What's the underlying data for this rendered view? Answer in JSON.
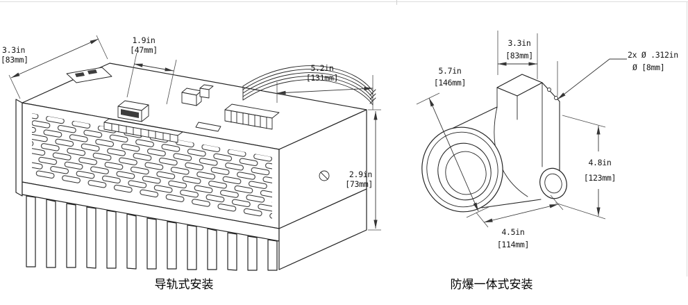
{
  "captions": {
    "left": "导轨式安装",
    "right": "防爆一体式安装"
  },
  "rail_mount": {
    "dim_depth": {
      "inches": "3.3in",
      "mm": "[83mm]"
    },
    "dim_section": {
      "inches": "1.9in",
      "mm": "[47mm]"
    },
    "dim_width": {
      "inches": "5.2in",
      "mm": "[131mm]"
    },
    "dim_height": {
      "inches": "2.9in",
      "mm": "[73mm]"
    }
  },
  "explosion_proof": {
    "dim_diameter": {
      "inches": "5.7in",
      "mm": "[146mm]"
    },
    "dim_top_width": {
      "inches": "3.3in",
      "mm": "[83mm]"
    },
    "dim_holes": {
      "line1": "2x Ø .312in",
      "line2": "Ø [8mm]"
    },
    "dim_height": {
      "inches": "4.8in",
      "mm": "[123mm]"
    },
    "dim_length": {
      "inches": "4.5in",
      "mm": "[114mm]"
    }
  }
}
